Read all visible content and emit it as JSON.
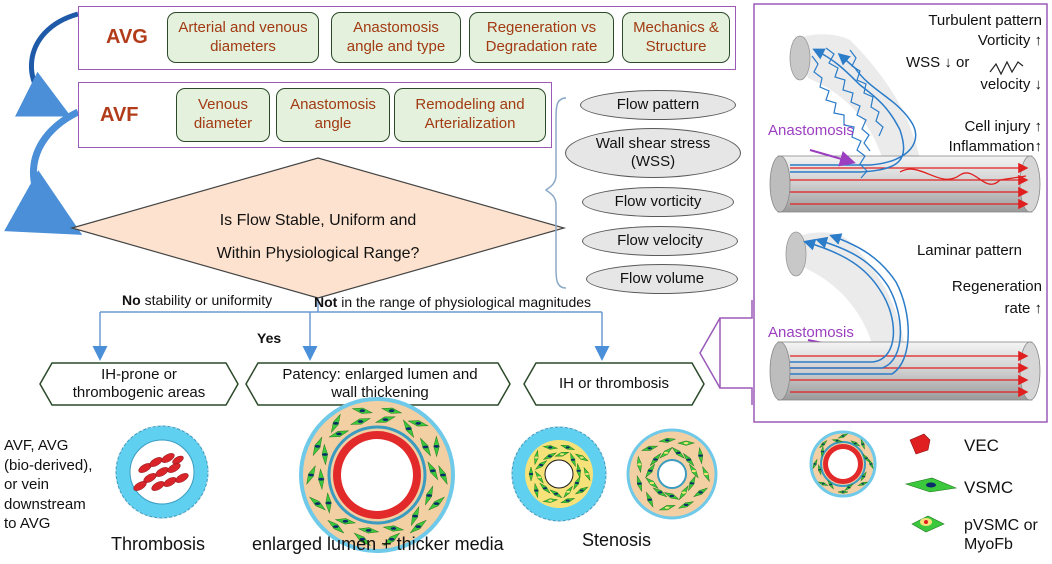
{
  "avg": {
    "label": "AVG",
    "factors": [
      "Arterial and venous diameters",
      "Anastomosis angle and type",
      "Regeneration vs Degradation rate",
      "Mechanics & Structure"
    ]
  },
  "avf": {
    "label": "AVF",
    "factors": [
      "Venous diameter",
      "Anastomosis angle",
      "Remodeling and Arterialization"
    ]
  },
  "decision": {
    "line1": "Is Flow Stable, Uniform and",
    "line2": "Within Physiological Range?"
  },
  "flow_params": [
    "Flow pattern",
    "Wall shear stress (WSS)",
    "Flow vorticity",
    "Flow velocity",
    "Flow volume"
  ],
  "branches": {
    "no_bold": "No",
    "no_rest": "stability or uniformity",
    "not_bold": "Not",
    "not_rest": "in the range of physiological magnitudes",
    "yes": "Yes"
  },
  "outcomes": [
    "IH-prone or thrombogenic areas",
    "Patency: enlarged lumen and wall thickening",
    "IH or thrombosis"
  ],
  "side_note": "AVF, AVG (bio-derived), or vein downstream to AVG",
  "captions": {
    "thrombosis": "Thrombosis",
    "enlarged": "enlarged lumen + thicker media",
    "stenosis": "Stenosis"
  },
  "turbulent": {
    "l1": "Turbulent pattern",
    "l2": "Vorticity ↑",
    "l3a": "WSS ↓ or",
    "l4": "velocity ↓",
    "l5": "Cell injury ↑",
    "l6": "Inflammation↑",
    "anastomosis": "Anastomosis"
  },
  "laminar": {
    "l1": "Laminar pattern",
    "l2": "Regeneration",
    "l3": "rate ↑",
    "anastomosis": "Anastomosis"
  },
  "legend": [
    "VEC",
    "VSMC",
    "pVSMC or MyoFb"
  ],
  "colors": {
    "purple": "#9b5ab8",
    "green_fill": "#e3f1dd",
    "orange_text": "#a23a12",
    "diamond": "#fde3cf",
    "blue_flow": "#2b7cc9",
    "red_flow": "#e02020",
    "vsmc_green": "#3cc83c"
  }
}
